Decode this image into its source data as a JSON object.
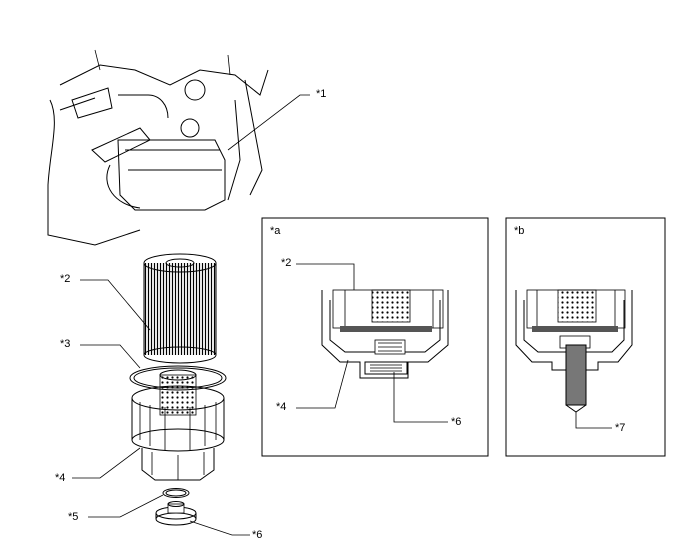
{
  "callouts": {
    "c1": "*1",
    "c2": "*2",
    "c3": "*3",
    "c4": "*4",
    "c5": "*5",
    "c6": "*6",
    "inset_a_title": "*a",
    "inset_a_c2": "*2",
    "inset_a_c4": "*4",
    "inset_a_c6": "*6",
    "inset_b_title": "*b",
    "inset_b_c7": "*7"
  }
}
